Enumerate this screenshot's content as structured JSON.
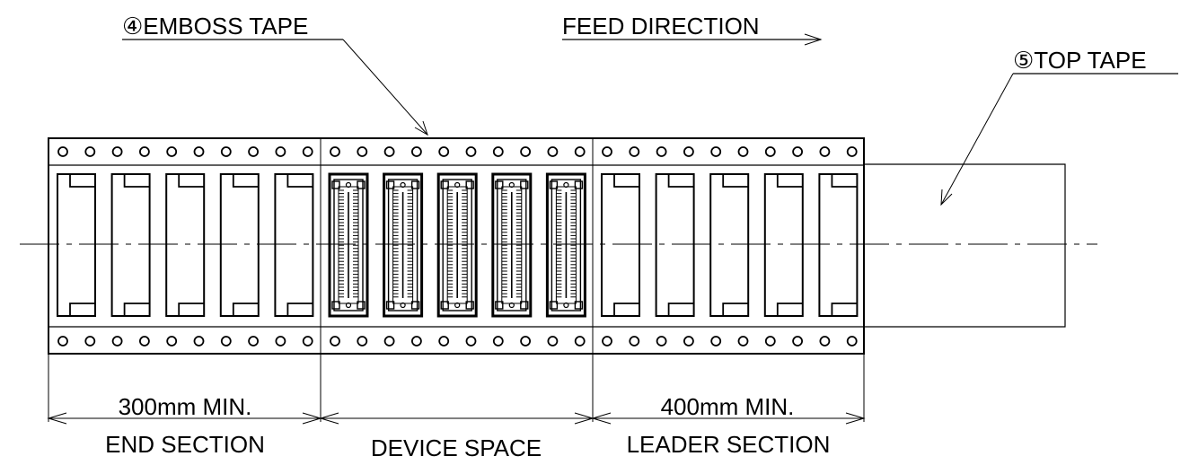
{
  "labels": {
    "emboss_tape": "④EMBOSS TAPE",
    "feed_direction": "FEED DIRECTION",
    "top_tape": "⑤TOP TAPE",
    "end_length": "300mm MIN.",
    "end_section": "END SECTION",
    "device_space": "DEVICE SPACE",
    "leader_length": "400mm MIN.",
    "leader_section": "LEADER SECTION"
  },
  "sections": [
    {
      "name": "end-section",
      "pockets": 5,
      "populated": false
    },
    {
      "name": "device-space",
      "pockets": 5,
      "populated": true
    },
    {
      "name": "leader-section",
      "pockets": 5,
      "populated": false
    }
  ],
  "sprocket_holes_per_row": 30
}
